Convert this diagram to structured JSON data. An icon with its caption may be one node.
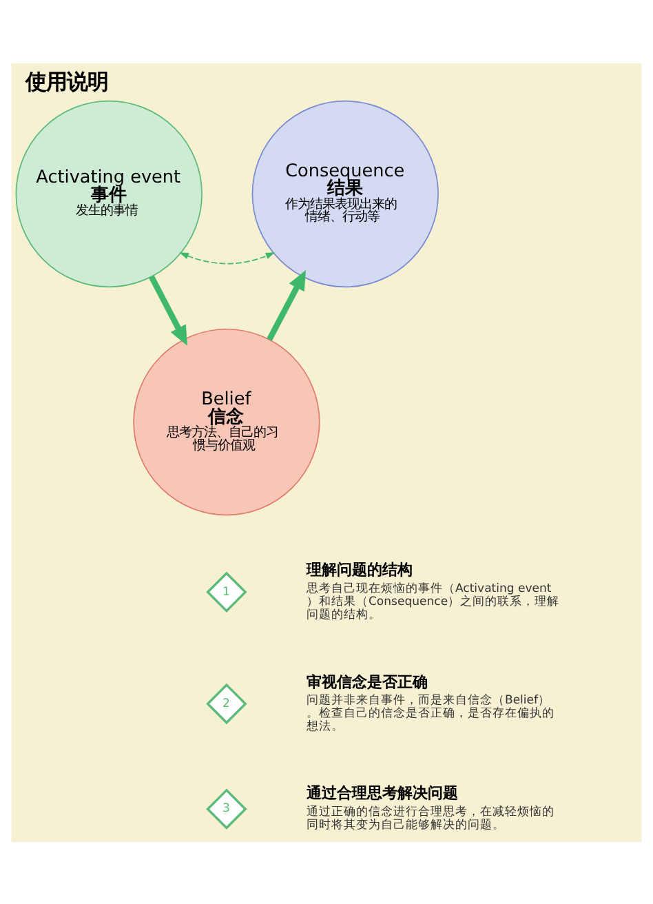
{
  "diagram": {
    "title": "使用说明",
    "nodes": [
      {
        "text": [
          "Activating event",
          "事件",
          "发生的事情"
        ]
      },
      {
        "text": [
          "Consequence",
          "结果",
          "作为结果表现出来的情绪、行动等"
        ]
      },
      {
        "text": [
          "Belief",
          "信念",
          "思考方法、自己的习惯与价值观"
        ]
      },
      {
        "text": [
          "1"
        ],
        "beside": [
          "理解问题的结构",
          "思考自己现在烦恼的事件（Activating event）和结果（Consequence）之间的联系，理解问题的结构。"
        ]
      },
      {
        "text": [
          "2"
        ],
        "beside": [
          "审视信念是否正确",
          "问题并非来自事件，而是来自信念（Belief）。检查自己的信念是否正确，是否存在偏执的想法。"
        ]
      },
      {
        "text": [
          "3"
        ],
        "beside": [
          "通过合理思考解决问题",
          "通过正确的信念进行合理思考，在减轻烦恼的同时将其变为自己能够解决的问题。"
        ]
      }
    ],
    "edges": [
      {
        "from": 0,
        "to": 1,
        "arrow": "both",
        "style": "dashed"
      },
      {
        "from": 0,
        "to": 2,
        "arrow": "to"
      },
      {
        "from": 2,
        "to": 1,
        "arrow": "to"
      }
    ]
  }
}
